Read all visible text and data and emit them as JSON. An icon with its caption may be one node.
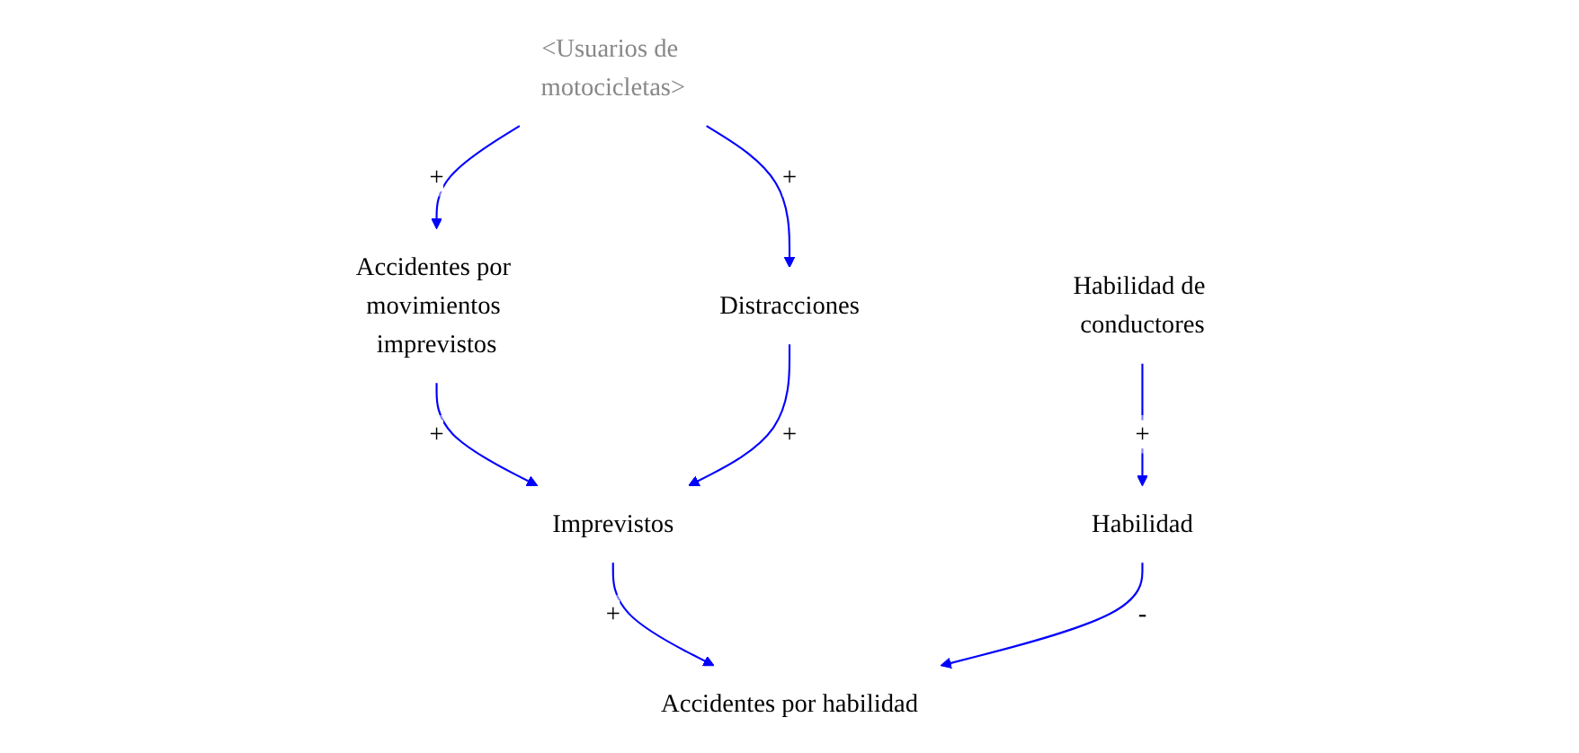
{
  "diagram": {
    "nodes": [
      {
        "text": [
          "<Usuarios de motocicletas>"
        ]
      },
      {
        "text": [
          "Accidentes por movimientos imprevistos"
        ]
      },
      {
        "text": [
          "Habilidad de conductores"
        ]
      },
      {
        "text": [
          "Distracciones"
        ]
      },
      {
        "text": [
          "Habilidad"
        ]
      },
      {
        "text": [
          "Imprevistos"
        ]
      },
      {
        "text": [
          "Accidentes por habilidad"
        ]
      }
    ],
    "edges": [
      {
        "from": 0,
        "to": 1,
        "arrow": "to",
        "label": "+"
      },
      {
        "from": 0,
        "to": 3,
        "arrow": "to",
        "label": "+"
      },
      {
        "from": 1,
        "to": 5,
        "arrow": "to",
        "label": "+"
      },
      {
        "from": 3,
        "to": 5,
        "arrow": "to",
        "label": "+"
      },
      {
        "from": 2,
        "to": 4,
        "arrow": "to",
        "label": "+"
      },
      {
        "from": 5,
        "to": 6,
        "arrow": "to",
        "label": "+"
      },
      {
        "from": 4,
        "to": 6,
        "arrow": "to",
        "label": "-"
      }
    ]
  }
}
